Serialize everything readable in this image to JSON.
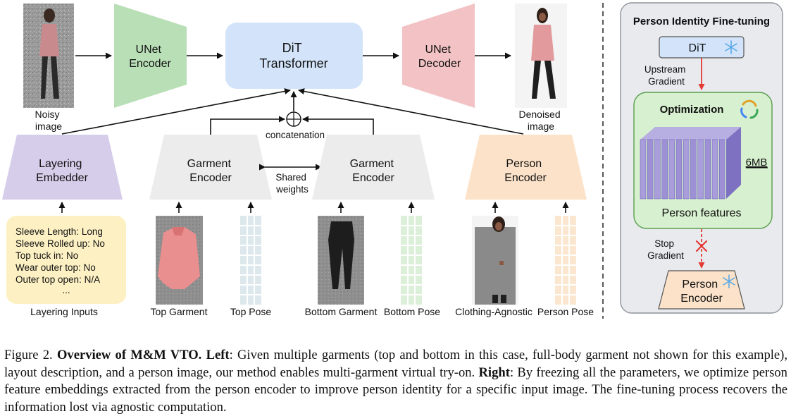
{
  "left": {
    "noisy_image_label": [
      "Noisy",
      "image"
    ],
    "unet_encoder_label": [
      "UNet",
      "Encoder"
    ],
    "dit_label": [
      "DiT",
      "Transformer"
    ],
    "unet_decoder_label": [
      "UNet",
      "Decoder"
    ],
    "denoised_image_label": [
      "Denoised",
      "image"
    ],
    "concat_label": "concatenation",
    "layering_embedder_label": [
      "Layering",
      "Embedder"
    ],
    "garment_encoder_label": [
      "Garment",
      "Encoder"
    ],
    "shared_weights_label": [
      "Shared",
      "weights"
    ],
    "person_encoder_label": [
      "Person",
      "Encoder"
    ],
    "layering_inputs": [
      "Sleeve Length: Long",
      "Sleeve Rolled up: No",
      "Top tuck in: No",
      "Wear outer top: No",
      "Outer top open: N/A",
      "..."
    ],
    "bottom_labels": {
      "layering_inputs": "Layering Inputs",
      "top_garment": "Top Garment",
      "top_pose": "Top Pose",
      "bottom_garment": "Bottom Garment",
      "bottom_pose": "Bottom Pose",
      "clothing_agnostic": "Clothing-Agnostic",
      "person_pose": "Person Pose"
    }
  },
  "right": {
    "title": "Person Identity Fine-tuning",
    "dit_label": "DiT",
    "upstream_gradient": [
      "Upstream",
      "Gradient"
    ],
    "optimization_label": "Optimization",
    "size_label": "6MB",
    "person_features_label": "Person features",
    "stop_gradient": [
      "Stop",
      "Gradient"
    ],
    "person_encoder_label": [
      "Person",
      "Encoder"
    ]
  },
  "caption": {
    "figure_number": "Figure 2.",
    "bold_title": "Overview of M&M VTO.",
    "left_marker": "Left",
    "left_text": ": Given multiple garments (top and bottom in this case, full-body garment not shown for this example), layout description, and a person image, our method enables multi-garment virtual try-on.",
    "right_marker": "Right",
    "right_text": ": By freezing all the parameters, we optimize person feature embeddings extracted from the person encoder to improve person identity for a specific input image. The fine-tuning process recovers the information lost via agnostic computation."
  },
  "colors": {
    "unet_encoder": "#b9dfb6",
    "dit": "#d3e4fa",
    "unet_decoder": "#f2c2c4",
    "layering_embedder": "#d6cdea",
    "garment_encoder": "#ececec",
    "person_encoder": "#fbe2c8",
    "layering_inputs_box": "#fdf1c4",
    "right_panel": "#e8eaee",
    "optimization_box": "#d7f0cf",
    "feature_blocks": "#9d90d4",
    "stop_gradient_arrow": "#e53935"
  }
}
